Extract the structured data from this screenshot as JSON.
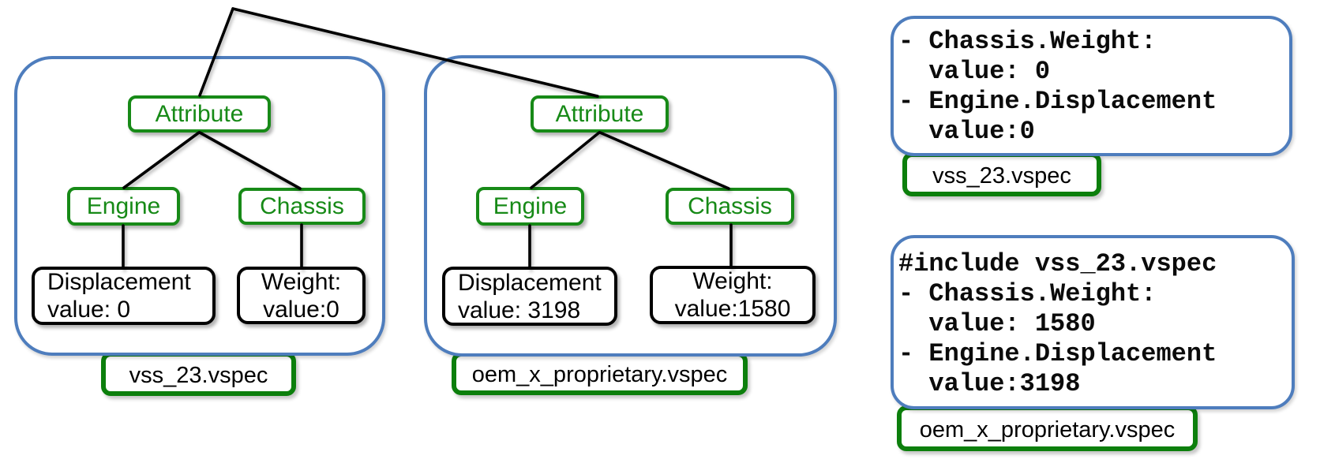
{
  "colors": {
    "container_blue": "#4e7dbd",
    "node_green": "#178a17",
    "label_green": "#0c7f0c",
    "node_black": "#000000"
  },
  "trees": [
    {
      "root": "Attribute",
      "children": [
        {
          "label": "Engine",
          "value_lines": [
            "Displacement",
            "value: 0"
          ]
        },
        {
          "label": "Chassis",
          "value_lines": [
            "Weight:",
            "value:0"
          ]
        }
      ],
      "file_label": "vss_23.vspec"
    },
    {
      "root": "Attribute",
      "children": [
        {
          "label": "Engine",
          "value_lines": [
            "Displacement",
            "value: 3198"
          ]
        },
        {
          "label": "Chassis",
          "value_lines": [
            "Weight:",
            "value:1580"
          ]
        }
      ],
      "file_label": "oem_x_proprietary.vspec"
    }
  ],
  "code_boxes": [
    {
      "lines": [
        "- Chassis.Weight:",
        "  value: 0",
        "- Engine.Displacement",
        "  value:0"
      ],
      "file_label": "vss_23.vspec"
    },
    {
      "lines": [
        "#include vss_23.vspec",
        "- Chassis.Weight:",
        "  value: 1580",
        "- Engine.Displacement",
        "  value:3198"
      ],
      "file_label": "oem_x_proprietary.vspec"
    }
  ]
}
